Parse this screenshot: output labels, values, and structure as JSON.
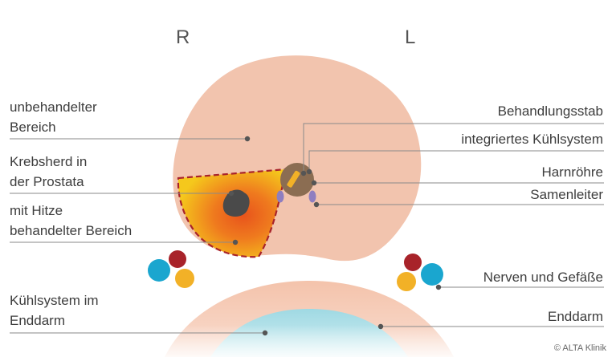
{
  "side_labels": {
    "right_side": "R",
    "left_side": "L"
  },
  "labels": {
    "untreated_area": [
      "unbehandelter",
      "Bereich"
    ],
    "cancer_focus": [
      "Krebsherd in",
      "der Prostata"
    ],
    "heat_treated_area": [
      "mit Hitze",
      "behandelter Bereich"
    ],
    "cooling_rectum": [
      "Kühlsystem im",
      "Enddarm"
    ],
    "treatment_rod": "Behandlungsstab",
    "integrated_cooling": "integriertes Kühlsystem",
    "urethra": "Harnröhre",
    "vas_deferens": "Samenleiter",
    "nerves_vessels": "Nerven und Gefäße",
    "rectum": "Enddarm"
  },
  "credit": "© ALTA Klinik",
  "colors": {
    "prostate": "#f2c4ae",
    "heat_outer": "#f5c81c",
    "heat_inner": "#e8531c",
    "tumor": "#4a4a4a",
    "rectum": "#f6cdb8",
    "cooling": "#a7dde6",
    "nerve_red": "#a8232a",
    "vessel_blue": "#1aa6cf",
    "vessel_yellow": "#f2b127",
    "vas_deferens": "#8f7ec0",
    "rod": "#8b6d52",
    "rod_insert": "#f2b127",
    "leader_line": "#888888"
  },
  "icons": {
    "tumor": "tumor-blob-icon",
    "rod": "treatment-rod-icon",
    "nerves": "nerve-vessel-bundle-icon"
  }
}
